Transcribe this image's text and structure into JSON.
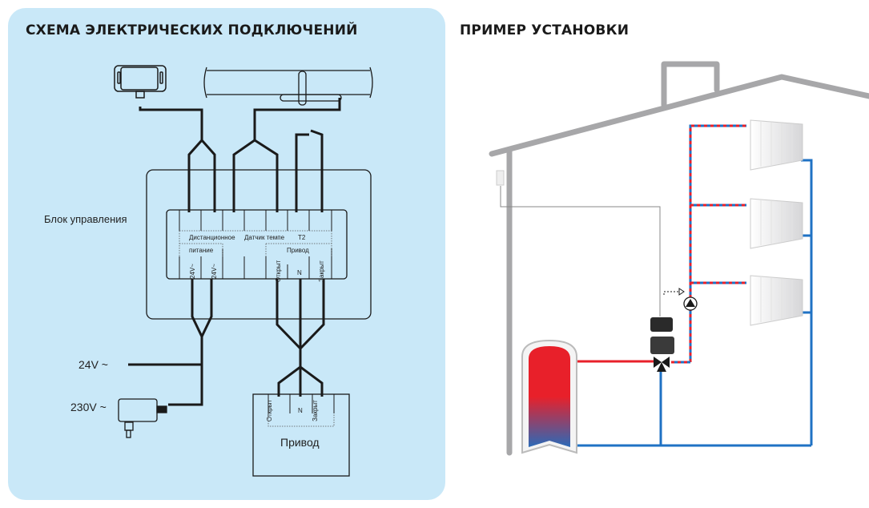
{
  "left_panel": {
    "title": "СХЕМА ЭЛЕКТРИЧЕСКИХ ПОДКЛЮЧЕНИЙ",
    "control_unit_label": "Блок управления",
    "terminal_groups": {
      "remote": "Дистанционное",
      "temp_sensor": "Датчик темпе",
      "t2": "T2",
      "power": "питание",
      "actuator": "Привод"
    },
    "terminals": [
      "24V~",
      "24V~",
      "Открыт",
      "N",
      "Закрыт"
    ],
    "supply_24v": "24V ~",
    "supply_230v": "230V ~",
    "actuator_box": {
      "label": "Привод",
      "terminals": [
        "Открыт",
        "N",
        "Закрыт"
      ]
    }
  },
  "right_panel": {
    "title": "ПРИМЕР УСТАНОВКИ"
  },
  "colors": {
    "panel_bg": "#c9e8f8",
    "wire": "#1a1a1a",
    "hot_pipe": "#e8202a",
    "cold_pipe": "#1f72c4",
    "house_outline": "#a7a7a9"
  }
}
